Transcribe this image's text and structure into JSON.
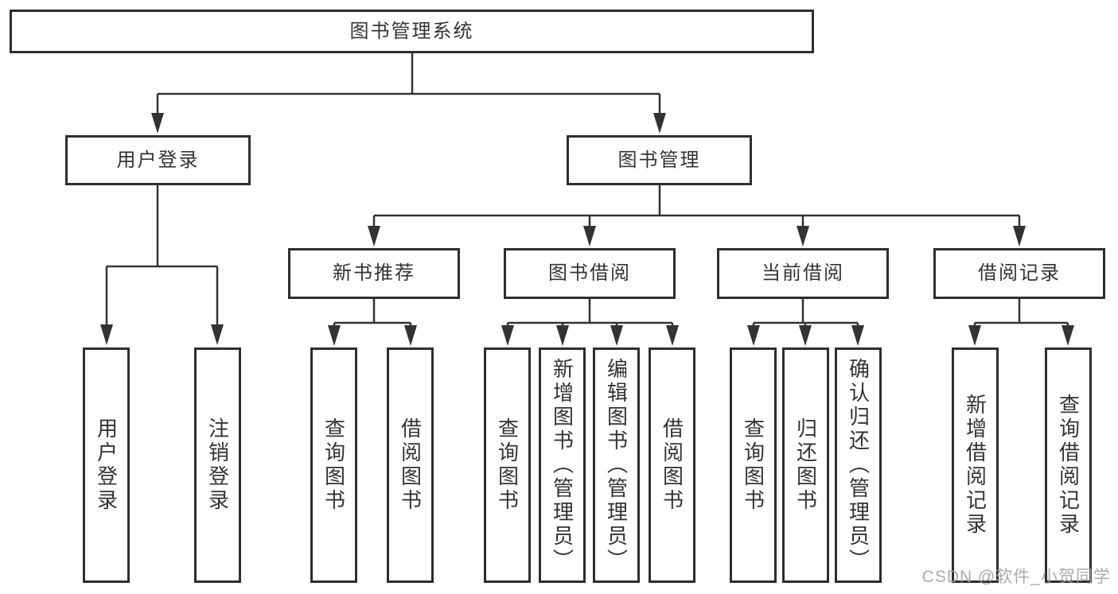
{
  "diagram_title": "图书管理系统",
  "tree": {
    "root": {
      "label": "图书管理系统"
    },
    "branches": [
      {
        "label": "用户登录",
        "children": [
          {
            "label": "用户登录"
          },
          {
            "label": "注销登录"
          }
        ]
      },
      {
        "label": "图书管理",
        "children": [
          {
            "label": "新书推荐",
            "children": [
              {
                "label": "查询图书"
              },
              {
                "label": "借阅图书"
              }
            ]
          },
          {
            "label": "图书借阅",
            "children": [
              {
                "label": "查询图书"
              },
              {
                "label": "新增图书（管理员）"
              },
              {
                "label": "编辑图书（管理员）"
              },
              {
                "label": "借阅图书"
              }
            ]
          },
          {
            "label": "当前借阅",
            "children": [
              {
                "label": "查询图书"
              },
              {
                "label": "归还图书"
              },
              {
                "label": "确认归还（管理员）"
              }
            ]
          },
          {
            "label": "借阅记录",
            "children": [
              {
                "label": "新增借阅记录"
              },
              {
                "label": "查询借阅记录"
              }
            ]
          }
        ]
      }
    ]
  },
  "watermark": "CSDN @软件_小贺同学",
  "colors": {
    "line": "#333333",
    "box_border": "#2e2e2e",
    "text": "#333333",
    "background": "#ffffff",
    "watermark": "#a3a3a3"
  }
}
